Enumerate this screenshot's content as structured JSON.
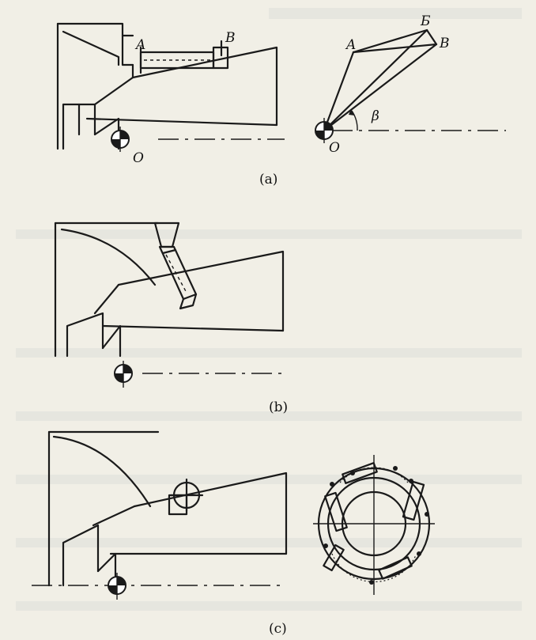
{
  "labels": {
    "a_point": "A",
    "b_point": "B",
    "origin": "O",
    "angle": "β",
    "b_cyrillic": "Б"
  },
  "captions": {
    "a": "(a)",
    "b": "(b)",
    "c": "(c)"
  },
  "colors": {
    "ink": "#1a1a1a",
    "paper": "#f1efe6"
  }
}
